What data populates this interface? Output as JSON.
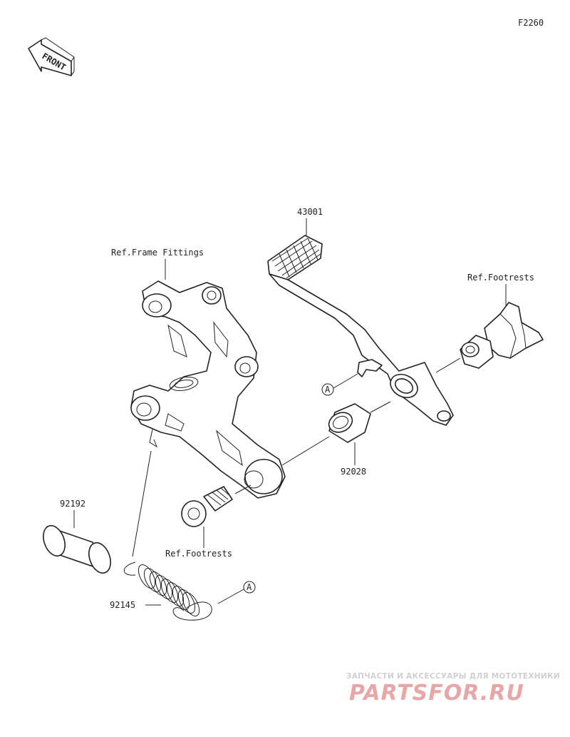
{
  "diagram_id": "F2260",
  "front_arrow_label": "FRONT",
  "callouts": {
    "pedal": "43001",
    "frame_ref": "Ref.Frame Fittings",
    "footrest_ref_top": "Ref.Footrests",
    "marker_a_upper": "A",
    "bushing": "92028",
    "collar": "92192",
    "footrest_ref_bottom": "Ref.Footrests",
    "spring": "92145",
    "marker_a_lower": "A"
  },
  "watermark": {
    "tagline": "ЗАПЧАСТИ И АКСЕССУАРЫ ДЛЯ МОТОТЕХНИКИ",
    "brand": "PARTSFOR.RU",
    "brand_color": "#e8a7a7"
  }
}
